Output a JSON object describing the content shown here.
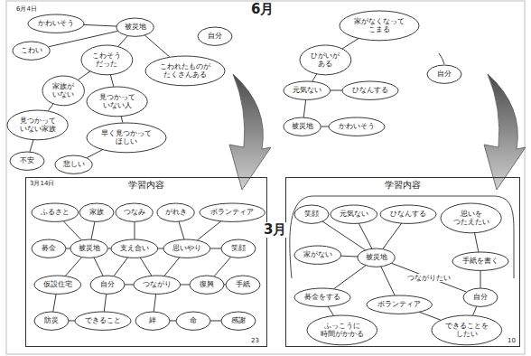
{
  "diagram": {
    "nodes": [
      {
        "text": [
          "かわいそう"
        ]
      },
      {
        "text": [
          "被災地"
        ]
      },
      {
        "text": [
          "こわい"
        ]
      },
      {
        "text": [
          "自分"
        ]
      },
      {
        "text": [
          "こわそう だった"
        ]
      },
      {
        "text": [
          "家族が いない"
        ]
      },
      {
        "text": [
          "こわれたものが たくさんある"
        ]
      },
      {
        "text": [
          "見つかって いない家族"
        ]
      },
      {
        "text": [
          "見つかって いない人"
        ]
      },
      {
        "text": [
          "早く見つかって ほしい"
        ]
      },
      {
        "text": [
          "不安"
        ]
      },
      {
        "text": [
          "悲しい"
        ]
      },
      {
        "text": [
          "家がなくなって こまる"
        ]
      },
      {
        "text": [
          "ひがいが ある"
        ]
      },
      {
        "text": [
          "元気ない"
        ]
      },
      {
        "text": [
          "ひなんする"
        ]
      },
      {
        "text": [
          "被災地"
        ]
      },
      {
        "text": [
          "かわいそう"
        ]
      },
      {
        "text": [
          "自分"
        ]
      },
      {
        "text": [
          "学習内容"
        ]
      },
      {
        "text": [
          "ふるさと"
        ],
        "in": 19
      },
      {
        "text": [
          "家族"
        ],
        "in": 19
      },
      {
        "text": [
          "つなみ"
        ],
        "in": 19
      },
      {
        "text": [
          "がれき"
        ],
        "in": 19
      },
      {
        "text": [
          "ボランティア"
        ],
        "in": 19
      },
      {
        "text": [
          "募金"
        ],
        "in": 19
      },
      {
        "text": [
          "被災地"
        ],
        "in": 19
      },
      {
        "text": [
          "支え合い"
        ],
        "in": 19
      },
      {
        "text": [
          "思いやり"
        ],
        "in": 19
      },
      {
        "text": [
          "笑顔"
        ],
        "in": 19
      },
      {
        "text": [
          "仮設住宅"
        ],
        "in": 19
      },
      {
        "text": [
          "自分"
        ],
        "in": 19
      },
      {
        "text": [
          "つながり"
        ],
        "in": 19
      },
      {
        "text": [
          "復興"
        ],
        "in": 19
      },
      {
        "text": [
          "手紙"
        ],
        "in": 19
      },
      {
        "text": [
          "防災"
        ],
        "in": 19
      },
      {
        "text": [
          "できること"
        ],
        "in": 19
      },
      {
        "text": [
          "絆"
        ],
        "in": 19
      },
      {
        "text": [
          "命"
        ],
        "in": 19
      },
      {
        "text": [
          "感謝"
        ],
        "in": 19
      },
      {
        "text": [
          "学習内容"
        ]
      },
      {
        "text": [
          "笑顔"
        ],
        "in": 40
      },
      {
        "text": [
          "元気ない"
        ],
        "in": 40
      },
      {
        "text": [
          "ひなんする"
        ],
        "in": 40
      },
      {
        "text": [
          "家がない"
        ],
        "in": 40
      },
      {
        "text": [
          "被災地"
        ],
        "in": 40
      },
      {
        "text": [
          "思いを つたえたい"
        ],
        "in": 40
      },
      {
        "text": [
          "手紙を書く"
        ],
        "in": 40
      },
      {
        "text": [
          "自分"
        ],
        "in": 40
      },
      {
        "text": [
          "募金をする"
        ],
        "in": 40
      },
      {
        "text": [
          "ふっこうに 時間がかかる"
        ],
        "in": 40
      },
      {
        "text": [
          "ボランティア"
        ],
        "in": 40
      },
      {
        "text": [
          "できることを したい"
        ],
        "in": 40
      }
    ],
    "edges": [
      {
        "from": 1,
        "to": 0,
        "arrow": "none"
      },
      {
        "from": 1,
        "to": 2,
        "arrow": "none"
      },
      {
        "from": 1,
        "to": 4,
        "arrow": "none"
      },
      {
        "from": 1,
        "to": 6,
        "arrow": "none"
      },
      {
        "from": 4,
        "to": 5,
        "arrow": "none"
      },
      {
        "from": 4,
        "to": 8,
        "arrow": "none"
      },
      {
        "from": 5,
        "to": 7,
        "arrow": "none"
      },
      {
        "from": 8,
        "to": 9,
        "arrow": "none"
      },
      {
        "from": 7,
        "to": 10,
        "arrow": "none"
      },
      {
        "from": 9,
        "to": 11,
        "arrow": "none"
      },
      {
        "from": 16,
        "to": 14,
        "arrow": "none"
      },
      {
        "from": 14,
        "to": 13,
        "arrow": "none"
      },
      {
        "from": 13,
        "to": 12,
        "arrow": "none"
      },
      {
        "from": 14,
        "to": 15,
        "arrow": "none"
      },
      {
        "from": 16,
        "to": 17,
        "arrow": "none"
      },
      {
        "from": 26,
        "to": 20,
        "arrow": "none"
      },
      {
        "from": 26,
        "to": 21,
        "arrow": "none"
      },
      {
        "from": 26,
        "to": 25,
        "arrow": "none"
      },
      {
        "from": 26,
        "to": 27,
        "arrow": "none"
      },
      {
        "from": 26,
        "to": 30,
        "arrow": "none"
      },
      {
        "from": 26,
        "to": 31,
        "arrow": "none"
      },
      {
        "from": 31,
        "to": 27,
        "arrow": "none"
      },
      {
        "from": 27,
        "to": 22,
        "arrow": "none"
      },
      {
        "from": 27,
        "to": 28,
        "arrow": "none"
      },
      {
        "from": 28,
        "to": 23,
        "arrow": "none"
      },
      {
        "from": 28,
        "to": 24,
        "arrow": "none"
      },
      {
        "from": 28,
        "to": 29,
        "arrow": "none"
      },
      {
        "from": 27,
        "to": 32,
        "arrow": "none"
      },
      {
        "from": 32,
        "to": 31,
        "arrow": "none"
      },
      {
        "from": 32,
        "to": 33,
        "arrow": "none"
      },
      {
        "from": 33,
        "to": 34,
        "arrow": "none"
      },
      {
        "from": 33,
        "to": 29,
        "arrow": "none"
      },
      {
        "from": 32,
        "to": 37,
        "arrow": "none"
      },
      {
        "from": 31,
        "to": 36,
        "arrow": "none"
      },
      {
        "from": 36,
        "to": 35,
        "arrow": "none"
      },
      {
        "from": 37,
        "to": 38,
        "arrow": "none"
      },
      {
        "from": 38,
        "to": 39,
        "arrow": "none"
      },
      {
        "from": 30,
        "to": 35,
        "arrow": "none"
      },
      {
        "from": 32,
        "to": 28,
        "arrow": "none"
      },
      {
        "from": 45,
        "to": 41,
        "arrow": "none"
      },
      {
        "from": 45,
        "to": 42,
        "arrow": "none"
      },
      {
        "from": 45,
        "to": 43,
        "arrow": "none"
      },
      {
        "from": 45,
        "to": 44,
        "arrow": "none"
      },
      {
        "from": 45,
        "to": 49,
        "arrow": "none"
      },
      {
        "from": 45,
        "to": 51,
        "arrow": "none"
      },
      {
        "from": 49,
        "to": 50,
        "arrow": "none"
      },
      {
        "from": 45,
        "to": 48,
        "label": "つながりたい",
        "arrow": "none"
      },
      {
        "from": 47,
        "to": 46,
        "arrow": "none"
      },
      {
        "from": 48,
        "to": 47,
        "arrow": "none"
      },
      {
        "from": 48,
        "to": 52,
        "arrow": "none"
      },
      {
        "from": 51,
        "to": 52,
        "arrow": "none"
      }
    ],
    "labels": [
      "6月",
      "3月",
      "6月4日",
      "3月14日",
      "23",
      "10"
    ]
  }
}
